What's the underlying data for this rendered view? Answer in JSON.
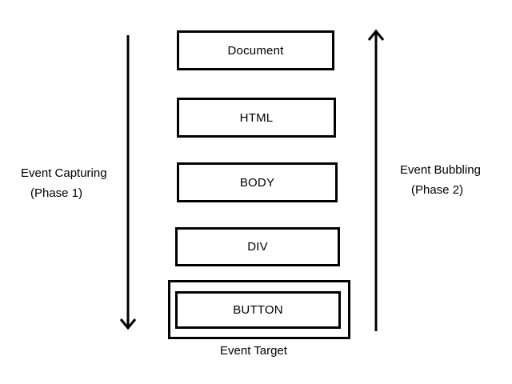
{
  "layers": [
    {
      "id": "document",
      "label": "Document"
    },
    {
      "id": "html",
      "label": "HTML"
    },
    {
      "id": "body",
      "label": "BODY"
    },
    {
      "id": "div",
      "label": "DIV"
    },
    {
      "id": "button",
      "label": "BUTTON"
    }
  ],
  "target_label": "Event Target",
  "capturing": {
    "line1": "Event Capturing",
    "line2": "(Phase 1)",
    "direction": "down"
  },
  "bubbling": {
    "line1": "Event Bubbling",
    "line2": "(Phase 2)",
    "direction": "up"
  },
  "colors": {
    "stroke": "#000000",
    "background": "#ffffff"
  }
}
